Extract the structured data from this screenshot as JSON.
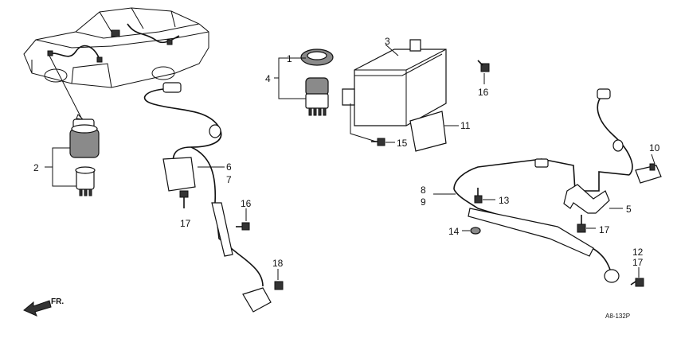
{
  "callouts": {
    "c1": "1",
    "c2": "2",
    "c3": "3",
    "c4": "4",
    "c5": "5",
    "c6": "6",
    "c7": "7",
    "c8": "8",
    "c9": "9",
    "c10": "10",
    "c11": "11",
    "c12": "12",
    "c13": "13",
    "c14": "14",
    "c15": "15",
    "c16a": "16",
    "c16b": "16",
    "c17a": "17",
    "c17b": "17",
    "c17c": "17",
    "c18": "18"
  },
  "direction_label": "FR.",
  "diagram_code": "A8-132P"
}
